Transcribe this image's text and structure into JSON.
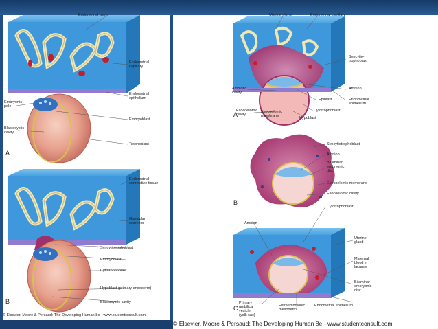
{
  "left": {
    "figA": {
      "endometrial_gland": "Endometrial gland",
      "endometrial_capillary": "Endometrial\ncapillary",
      "endometrial_epithelium": "Endometrial\nepithelium",
      "embryonic_pole": "Embryonic\npole",
      "embryoblast": "Embryoblast",
      "blastocystic_cavity": "Blastocystic\ncavity",
      "trophoblast": "Trophoblast",
      "panel_letter": "A"
    },
    "figB": {
      "endometrial_connective_tissue": "Endometrial\nconnective tissue",
      "glandular_secretion": "Glandular\nsecretion",
      "syncytiotrophoblast": "Syncytiotrophoblast",
      "embryoblast": "Embryoblast",
      "cytotrophoblast": "Cytotrophoblast",
      "hypoblast": "Hypoblast (primary endoderm)",
      "blastocystic_cavity": "Blastocystic cavity",
      "panel_letter": "B"
    },
    "credit": "© Elsevier. Moore & Persaud: The Developing Human 8e - www.studentconsult.com"
  },
  "right": {
    "figA": {
      "uterine_gland": "Uterine gland",
      "endometrial_capillary": "Endometrial capillary",
      "syncytiotrophoblast": "Syncytio-\ntrophoblast",
      "amnion": "Amnion",
      "amniotic_cavity": "Amniotic\ncavity",
      "epiblast": "Epiblast",
      "endometrial_epithelium": "Endometrial\nepithelium",
      "exocoelomic_cavity": "Exocoelomic\ncavity",
      "exocoelomic_membrane": "Exocoelomic\nmembrane",
      "cytotrophoblast": "Cytotrophoblast",
      "hypoblast": "Hypoblast",
      "panel_letter": "A"
    },
    "figB": {
      "syncytiotrophoblast": "Syncytiotrophoblast",
      "amnion": "Amnion",
      "bilaminar_disc": "Bilaminar\nembryonic\ndisc",
      "exocoelomic_membrane": "Exocoelomic membrane",
      "exocoelomic_cavity": "Exocoelomic cavity",
      "cytotrophoblast": "Cytotrophoblast",
      "panel_letter": "B"
    },
    "figC": {
      "amnion": "Amnion",
      "uterine_gland": "Uterine\ngland",
      "maternal_blood": "Maternal\nblood in\nlacunae",
      "bilaminar_disc": "Bilaminar\nembryonic\ndisc",
      "endometrial_epithelium": "Endometrial epithelium",
      "primary_yolk_sac": "Primary\numbilical\nvesicle\n(yolk sac)",
      "extraembryonic_mesoderm": "Extraembryonic\nmesoderm",
      "panel_letter": "C"
    },
    "credit": "© Elsevier. Moore & Persaud: The Developing Human 8e - www.studentconsult.com"
  },
  "colors": {
    "tissue_blue": "#3f97dc",
    "blood_red": "#c41e2a",
    "syncytium_purple": "#a0306a",
    "blastocyst_pink": "#e7a08c",
    "gland_yellow": "#f1e7b0",
    "slide_blue": "#1f4f86"
  }
}
